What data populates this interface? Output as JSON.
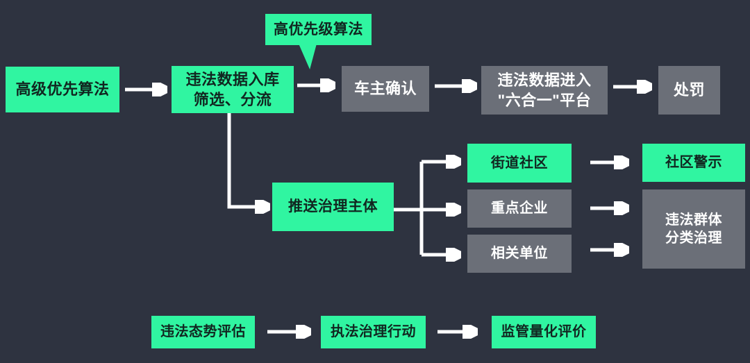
{
  "colors": {
    "background": "#2E3340",
    "node_green": "#30F5A1",
    "node_gray": "#6B6F78",
    "arrow": "#FFFFFF",
    "text_on_green": "#112620",
    "text_on_gray": "#FFFFFF"
  },
  "callout": {
    "label": "高优先级算法"
  },
  "nodes": {
    "advanced_priority": {
      "label": "高级优先算法"
    },
    "data_intake": {
      "label": "违法数据入库\n筛选、分流"
    },
    "owner_confirm": {
      "label": "车主确认"
    },
    "platform": {
      "label": "违法数据进入\n\"六合一\"平台"
    },
    "punishment": {
      "label": "处罚"
    },
    "push_subject": {
      "label": "推送治理主体"
    },
    "street_community": {
      "label": "街道社区"
    },
    "key_enterprise": {
      "label": "重点企业"
    },
    "related_units": {
      "label": "相关单位"
    },
    "community_warning": {
      "label": "社区警示"
    },
    "group_governance": {
      "label": "违法群体\n分类治理"
    },
    "situation_assessment": {
      "label": "违法态势评估"
    },
    "enforcement_action": {
      "label": "执法治理行动"
    },
    "quant_evaluation": {
      "label": "监管量化评价"
    }
  }
}
